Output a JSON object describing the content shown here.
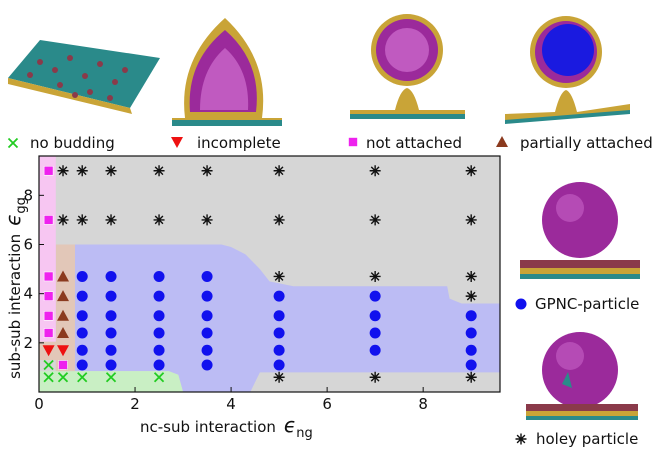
{
  "colors": {
    "no_budding": "#22cc22",
    "incomplete": "#ee1111",
    "not_attached": "#ee22ee",
    "partially_attached": "#8b3a1e",
    "gpnc": "#1111ee",
    "holey": "#111111",
    "region_pink": "#f7c6f2",
    "region_brown": "#e2c7b8",
    "region_blue": "#bcbcf4",
    "region_green": "#c9efc4",
    "region_gray": "#d6d6d6"
  },
  "legend": {
    "no_budding": "no budding",
    "incomplete": "incomplete",
    "not_attached": "not attached",
    "partially_attached": "partially attached",
    "gpnc": "GPNC-particle",
    "holey": "holey particle"
  },
  "chart_data": {
    "type": "scatter",
    "xlabel": "nc-sub interaction",
    "xlabel_symbol": "ϵ",
    "xlabel_sub": "ng",
    "ylabel": "sub-sub interaction",
    "ylabel_symbol": "ϵ",
    "ylabel_sub": "gg",
    "xlim": [
      0,
      9.6
    ],
    "ylim": [
      0,
      9.6
    ],
    "xticks": [
      0,
      2,
      4,
      6,
      8
    ],
    "yticks": [
      2,
      4,
      6,
      8
    ],
    "series": [
      {
        "key": "no_budding",
        "name": "no budding",
        "marker": "x",
        "points": [
          [
            0.2,
            0.6
          ],
          [
            0.2,
            1.1
          ],
          [
            0.5,
            0.6
          ],
          [
            0.5,
            1.1
          ],
          [
            0.9,
            0.6
          ],
          [
            1.5,
            0.6
          ],
          [
            2.5,
            0.6
          ]
        ]
      },
      {
        "key": "incomplete",
        "name": "incomplete",
        "marker": "triangle-down",
        "points": [
          [
            0.2,
            1.7
          ],
          [
            0.5,
            1.7
          ]
        ]
      },
      {
        "key": "not_attached",
        "name": "not attached",
        "marker": "square",
        "points": [
          [
            0.5,
            1.1
          ],
          [
            0.2,
            2.4
          ],
          [
            0.2,
            3.1
          ],
          [
            0.2,
            3.9
          ],
          [
            0.2,
            4.7
          ],
          [
            0.2,
            7.0
          ],
          [
            0.2,
            9.0
          ]
        ]
      },
      {
        "key": "partially_attached",
        "name": "partially attached",
        "marker": "triangle-up",
        "points": [
          [
            0.5,
            2.4
          ],
          [
            0.5,
            3.1
          ],
          [
            0.5,
            3.9
          ],
          [
            0.5,
            4.7
          ]
        ]
      },
      {
        "key": "gpnc",
        "name": "GPNC-particle",
        "marker": "circle",
        "points": [
          [
            0.9,
            1.1
          ],
          [
            0.9,
            1.7
          ],
          [
            0.9,
            2.4
          ],
          [
            0.9,
            3.1
          ],
          [
            0.9,
            3.9
          ],
          [
            0.9,
            4.7
          ],
          [
            1.5,
            1.1
          ],
          [
            1.5,
            1.7
          ],
          [
            1.5,
            2.4
          ],
          [
            1.5,
            3.1
          ],
          [
            1.5,
            3.9
          ],
          [
            1.5,
            4.7
          ],
          [
            2.5,
            1.1
          ],
          [
            2.5,
            1.7
          ],
          [
            2.5,
            2.4
          ],
          [
            2.5,
            3.1
          ],
          [
            2.5,
            3.9
          ],
          [
            2.5,
            4.7
          ],
          [
            3.5,
            1.1
          ],
          [
            3.5,
            1.7
          ],
          [
            3.5,
            2.4
          ],
          [
            3.5,
            3.1
          ],
          [
            3.5,
            3.9
          ],
          [
            3.5,
            4.7
          ],
          [
            5,
            1.1
          ],
          [
            5,
            1.7
          ],
          [
            5,
            2.4
          ],
          [
            5,
            3.1
          ],
          [
            5,
            3.9
          ],
          [
            7,
            1.7
          ],
          [
            7,
            2.4
          ],
          [
            7,
            3.1
          ],
          [
            7,
            3.9
          ],
          [
            9,
            1.1
          ],
          [
            9,
            1.7
          ],
          [
            9,
            2.4
          ],
          [
            9,
            3.1
          ]
        ]
      },
      {
        "key": "holey",
        "name": "holey particle",
        "marker": "asterisk",
        "points": [
          [
            0.5,
            9.0
          ],
          [
            0.9,
            9.0
          ],
          [
            1.5,
            9.0
          ],
          [
            2.5,
            9.0
          ],
          [
            3.5,
            9.0
          ],
          [
            5,
            9.0
          ],
          [
            7,
            9.0
          ],
          [
            9,
            9.0
          ],
          [
            0.5,
            7.0
          ],
          [
            0.9,
            7.0
          ],
          [
            1.5,
            7.0
          ],
          [
            2.5,
            7.0
          ],
          [
            3.5,
            7.0
          ],
          [
            5,
            7.0
          ],
          [
            7,
            7.0
          ],
          [
            9,
            7.0
          ],
          [
            5,
            4.7
          ],
          [
            7,
            4.7
          ],
          [
            9,
            4.7
          ],
          [
            9,
            3.9
          ],
          [
            5,
            0.6
          ],
          [
            7,
            0.6
          ],
          [
            9,
            0.6
          ]
        ]
      }
    ],
    "regions": [
      {
        "key": "gray",
        "color_key": "region_gray",
        "polygon": [
          [
            0,
            0
          ],
          [
            9.6,
            0
          ],
          [
            9.6,
            9.6
          ],
          [
            0,
            9.6
          ]
        ]
      },
      {
        "key": "blue",
        "color_key": "region_blue",
        "polygon": [
          [
            0.35,
            0.85
          ],
          [
            2.7,
            0.85
          ],
          [
            2.9,
            0.7
          ],
          [
            3.0,
            0
          ],
          [
            4.4,
            0
          ],
          [
            4.6,
            0.8
          ],
          [
            9.6,
            0.8
          ],
          [
            9.6,
            3.6
          ],
          [
            8.8,
            3.6
          ],
          [
            8.55,
            3.8
          ],
          [
            8.5,
            4.3
          ],
          [
            5.3,
            4.3
          ],
          [
            4.8,
            4.5
          ],
          [
            4.6,
            5.0
          ],
          [
            4.3,
            5.6
          ],
          [
            4.0,
            5.9
          ],
          [
            3.8,
            6.0
          ],
          [
            0.35,
            6.0
          ]
        ]
      },
      {
        "key": "green",
        "color_key": "region_green",
        "polygon": [
          [
            0,
            0
          ],
          [
            3.0,
            0
          ],
          [
            2.9,
            0.7
          ],
          [
            2.7,
            0.85
          ],
          [
            0,
            0.85
          ]
        ]
      },
      {
        "key": "brown",
        "color_key": "region_brown",
        "polygon": [
          [
            0.35,
            0.85
          ],
          [
            0.75,
            0.85
          ],
          [
            0.75,
            6.0
          ],
          [
            0.35,
            6.0
          ]
        ]
      },
      {
        "key": "brown_low",
        "color_key": "region_brown",
        "polygon": [
          [
            0,
            1.3
          ],
          [
            0.75,
            1.3
          ],
          [
            0.75,
            2.05
          ],
          [
            0,
            2.05
          ]
        ]
      },
      {
        "key": "pink",
        "color_key": "region_pink",
        "polygon": [
          [
            0,
            2.05
          ],
          [
            0.35,
            2.05
          ],
          [
            0.35,
            9.6
          ],
          [
            0,
            9.6
          ]
        ]
      }
    ]
  }
}
